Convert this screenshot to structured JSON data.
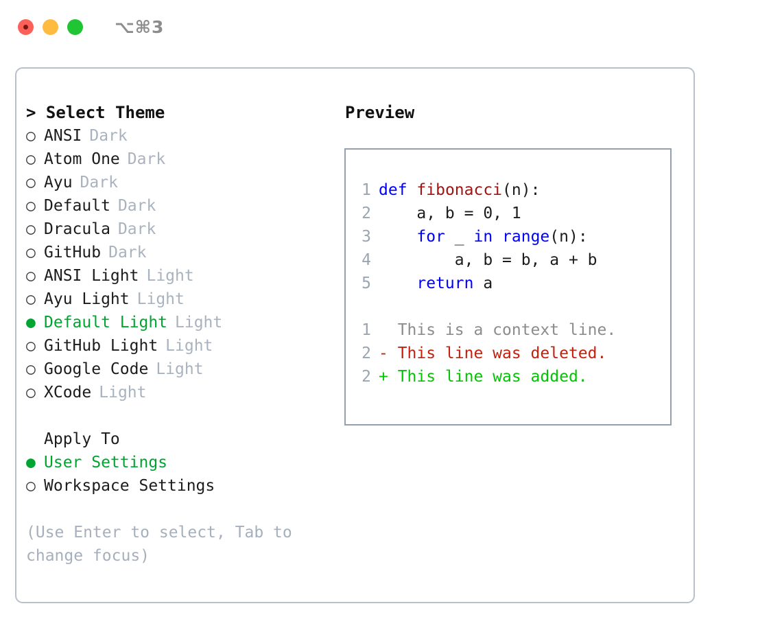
{
  "titlebar": {
    "shortcut": "⌥⌘3",
    "buttons": [
      {
        "name": "close",
        "color": "#fc6058"
      },
      {
        "name": "minimize",
        "color": "#fdbc40"
      },
      {
        "name": "maximize",
        "color": "#1fc533"
      }
    ]
  },
  "theme_picker": {
    "heading": "> Select Theme",
    "bullet_unselected": "○",
    "bullet_selected": "●",
    "accent_color": "#00a431",
    "items": [
      {
        "label": "ANSI",
        "tag": "Dark",
        "selected": false
      },
      {
        "label": "Atom One",
        "tag": "Dark",
        "selected": false
      },
      {
        "label": "Ayu",
        "tag": "Dark",
        "selected": false
      },
      {
        "label": "Default",
        "tag": "Dark",
        "selected": false
      },
      {
        "label": "Dracula",
        "tag": "Dark",
        "selected": false
      },
      {
        "label": "GitHub",
        "tag": "Dark",
        "selected": false
      },
      {
        "label": "ANSI Light",
        "tag": "Light",
        "selected": false
      },
      {
        "label": "Ayu Light",
        "tag": "Light",
        "selected": false
      },
      {
        "label": "Default Light",
        "tag": "Light",
        "selected": true
      },
      {
        "label": "GitHub Light",
        "tag": "Light",
        "selected": false
      },
      {
        "label": "Google Code",
        "tag": "Light",
        "selected": false
      },
      {
        "label": "XCode",
        "tag": "Light",
        "selected": false
      }
    ]
  },
  "apply_to": {
    "heading": "Apply To",
    "items": [
      {
        "label": "User Settings",
        "selected": true
      },
      {
        "label": "Workspace Settings",
        "selected": false
      }
    ]
  },
  "hint": "(Use Enter to select, Tab to change focus)",
  "preview": {
    "heading": "Preview",
    "code_lines": [
      {
        "no": "1",
        "tokens": [
          {
            "t": "def",
            "c": "kw"
          },
          {
            "t": " ",
            "c": "pn"
          },
          {
            "t": "fibonacci",
            "c": "fn"
          },
          {
            "t": "(n):",
            "c": "pn"
          }
        ]
      },
      {
        "no": "2",
        "tokens": [
          {
            "t": "    a, b = 0, 1",
            "c": "pn"
          }
        ]
      },
      {
        "no": "3",
        "tokens": [
          {
            "t": "    ",
            "c": "pn"
          },
          {
            "t": "for",
            "c": "kw"
          },
          {
            "t": " _ ",
            "c": "pn"
          },
          {
            "t": "in",
            "c": "kw"
          },
          {
            "t": " ",
            "c": "pn"
          },
          {
            "t": "range",
            "c": "kw"
          },
          {
            "t": "(n):",
            "c": "pn"
          }
        ]
      },
      {
        "no": "4",
        "tokens": [
          {
            "t": "        a, b = b, a + b",
            "c": "pn"
          }
        ]
      },
      {
        "no": "5",
        "tokens": [
          {
            "t": "    ",
            "c": "pn"
          },
          {
            "t": "return",
            "c": "kw"
          },
          {
            "t": " a",
            "c": "pn"
          }
        ]
      }
    ],
    "diff_lines": [
      {
        "no": "1",
        "marker": " ",
        "text": "  This is a context line.",
        "kind": "ctx"
      },
      {
        "no": "2",
        "marker": "-",
        "text": "- This line was deleted.",
        "kind": "del"
      },
      {
        "no": "2",
        "marker": "+",
        "text": "+ This line was added.",
        "kind": "add"
      }
    ]
  }
}
